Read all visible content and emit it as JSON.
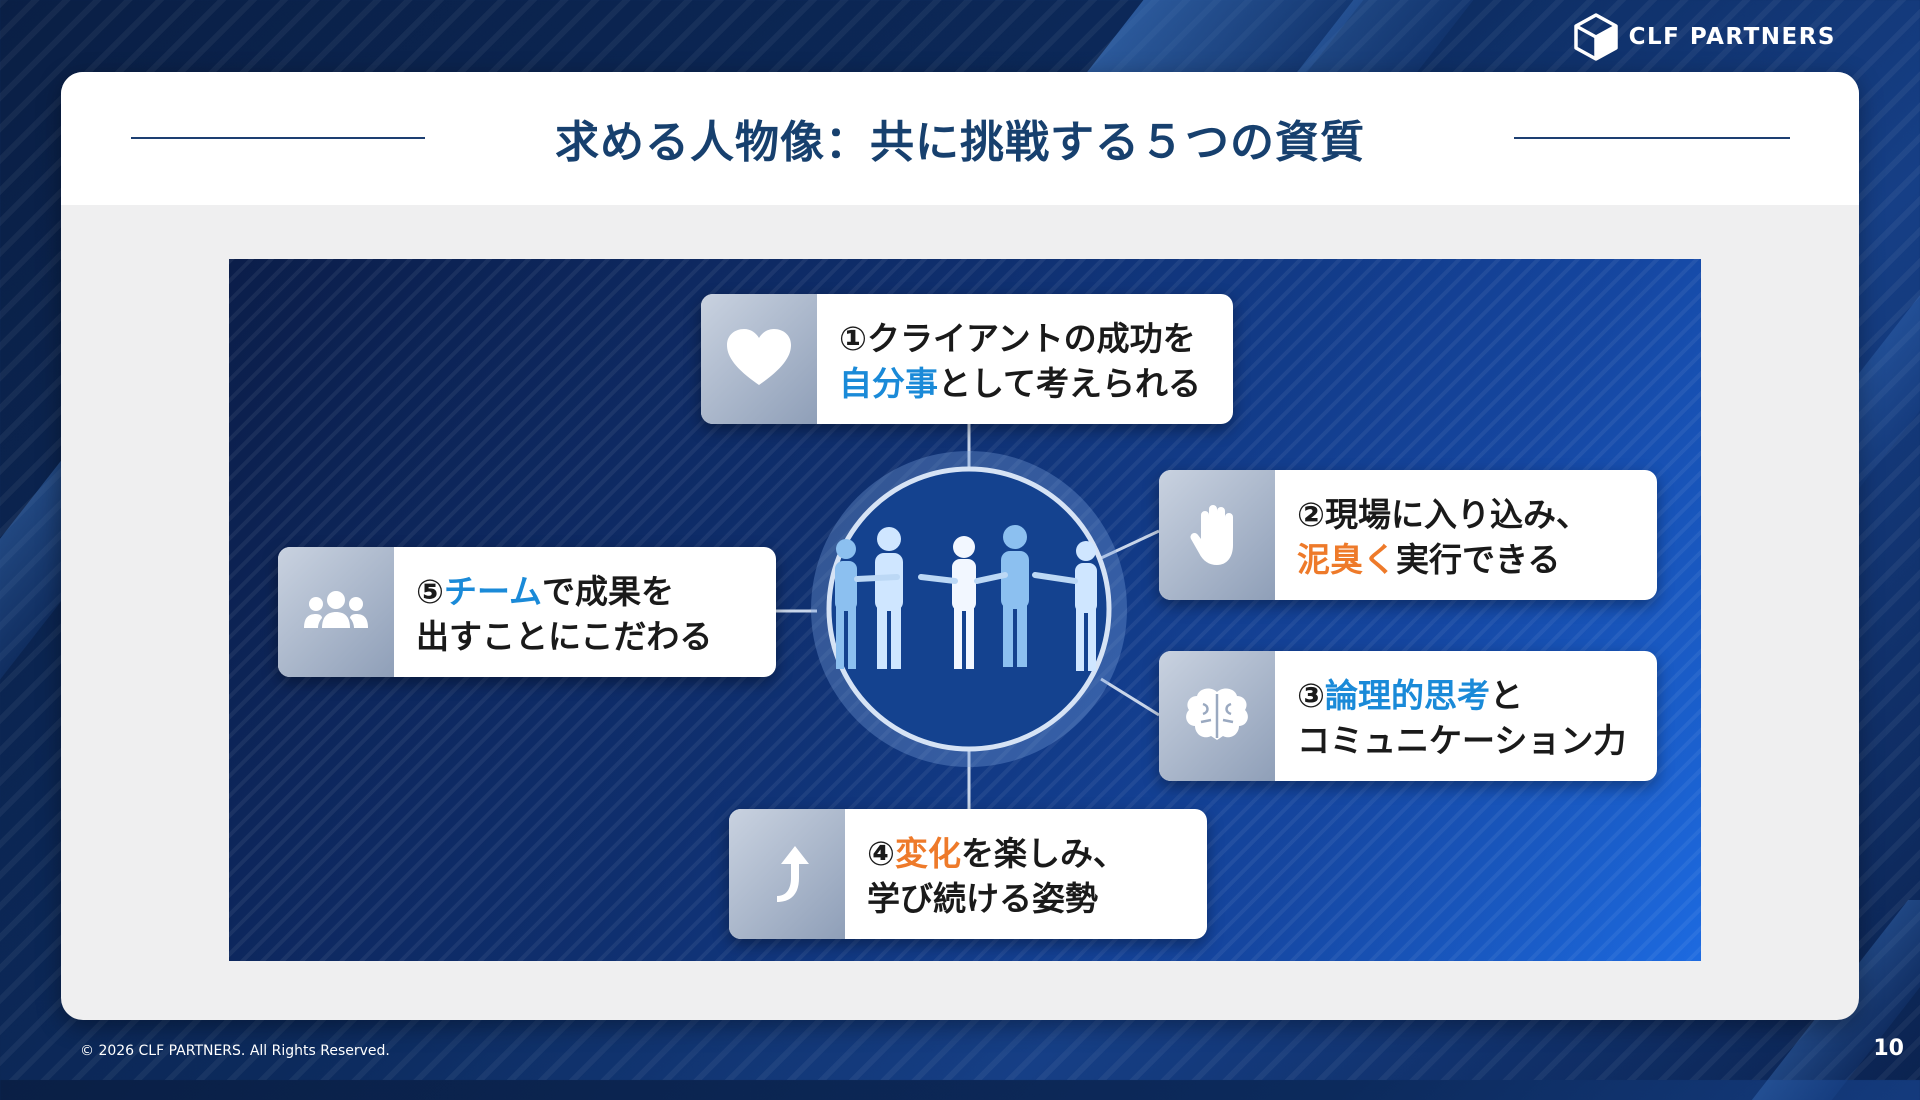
{
  "brand": {
    "name": "CLF PARTNERS",
    "logo_icon": "cube-logo-icon"
  },
  "slide": {
    "title": "求める人物像：共に挑戦する５つの資質",
    "page_number": "10",
    "footer": "© 2026 CLF PARTNERS. All Rights Reserved."
  },
  "qualities": [
    {
      "icon": "heart-icon",
      "num": "①",
      "line1_a": "クライアントの成功を",
      "line2_hl": "自分事",
      "line2_rest": "として考えられる",
      "highlight_color": "#1a8ad8"
    },
    {
      "icon": "hand-icon",
      "num": "②",
      "line1_a": "現場に入り込み、",
      "line2_hl": "泥臭く",
      "line2_rest": "実行できる",
      "highlight_color": "#ee7a2a"
    },
    {
      "icon": "brain-icon",
      "num": "③",
      "line1_hl": "論理的思考",
      "line1_rest": "と",
      "line2": "コミュニケーション力",
      "highlight_color": "#1a8ad8"
    },
    {
      "icon": "arrow-up-icon",
      "num": "④",
      "line1_hl": "変化",
      "line1_rest": "を楽しみ、",
      "line2": "学び続ける姿勢",
      "highlight_color": "#ee7a2a"
    },
    {
      "icon": "team-icon",
      "num": "⑤",
      "line1_hl": "チーム",
      "line1_rest": "で成果を",
      "line2": "出すことにこだわる",
      "highlight_color": "#1a8ad8"
    }
  ],
  "colors": {
    "title": "#17406e",
    "blue_highlight": "#1a8ad8",
    "orange_highlight": "#ee7a2a",
    "card_bg": "#efeff0"
  }
}
